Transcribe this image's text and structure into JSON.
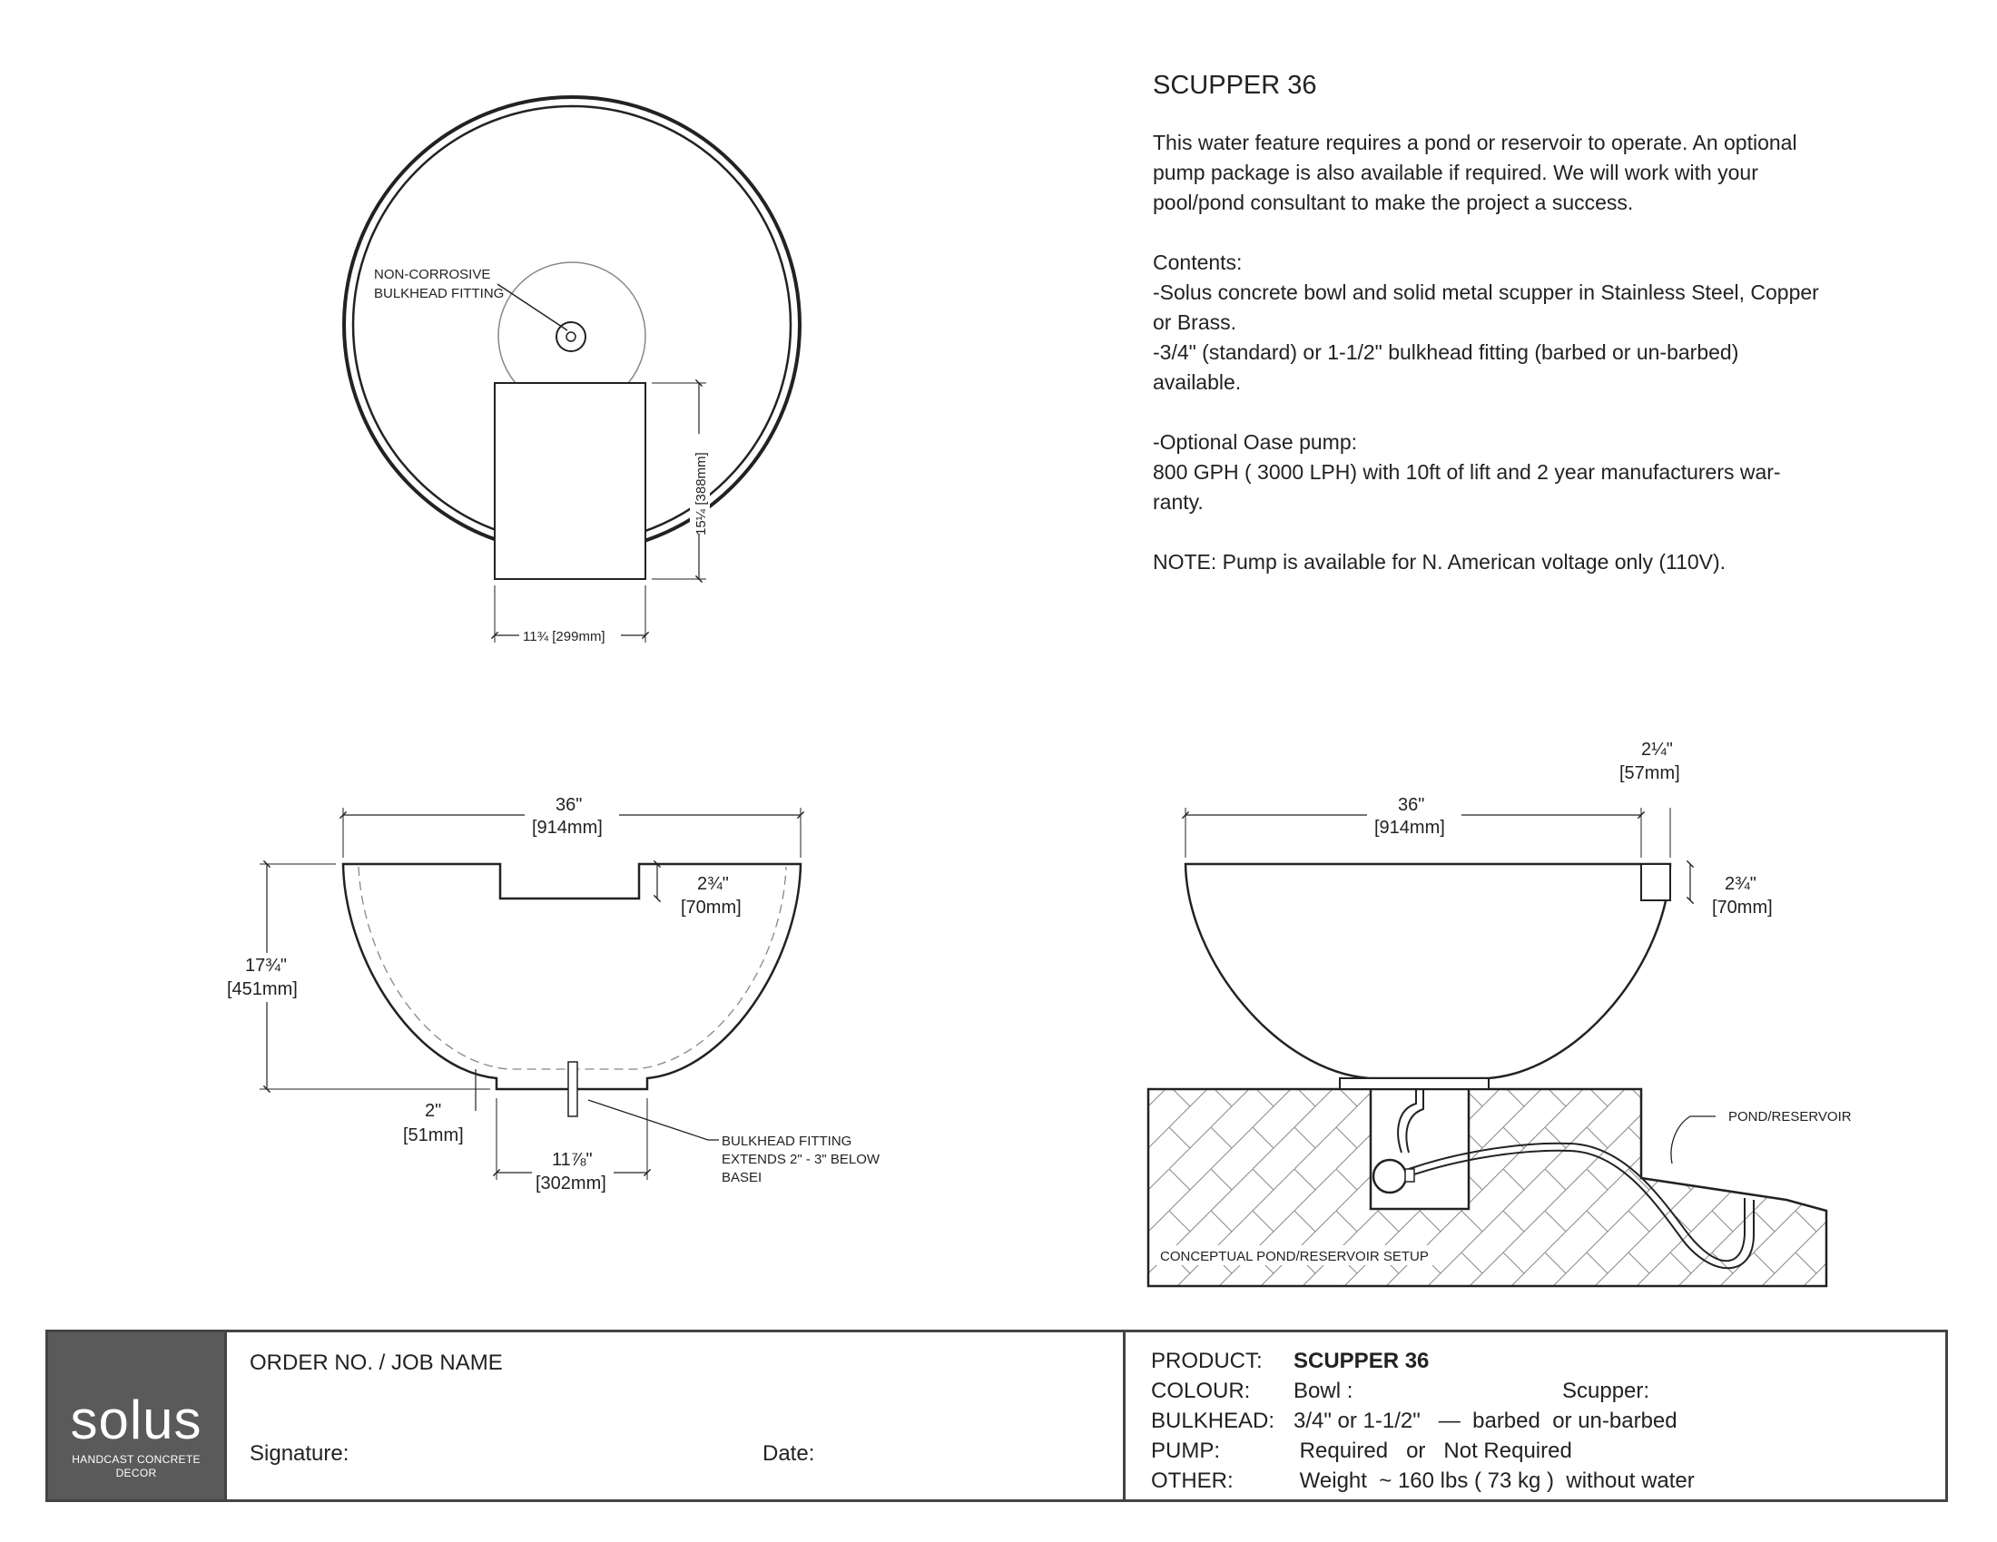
{
  "product_info": {
    "title": "SCUPPER 36",
    "description_lines": [
      "This water feature requires a pond or reservoir to operate. An optional",
      "pump package is also available if required. We will work with your",
      "pool/pond  consultant to make the project a success."
    ],
    "contents_heading": "Contents:",
    "contents_lines": [
      "-Solus concrete bowl and solid metal scupper in Stainless Steel, Copper",
      "or Brass.",
      "-3/4\" (standard) or 1-1/2\" bulkhead fitting (barbed or un-barbed)",
      "available."
    ],
    "pump_lines": [
      "-Optional Oase pump:",
      "800 GPH ( 3000 LPH) with 10ft of lift and 2 year manufacturers war-",
      "ranty."
    ],
    "note": "NOTE:  Pump is available for N. American voltage only (110V)."
  },
  "top_view": {
    "callout_line1": "NON-CORROSIVE",
    "callout_line2": "BULKHEAD FITTING",
    "height_dim": "15¼ [388mm]",
    "width_dim": "11¾ [299mm]"
  },
  "side_view": {
    "width_in": "36\"",
    "width_mm": "[914mm]",
    "notch_in": "2¾\"",
    "notch_mm": "[70mm]",
    "height_in": "17¾\"",
    "height_mm": "[451mm]",
    "base_in": "2\"",
    "base_mm": "[51mm]",
    "foot_in": "11⅞\"",
    "foot_mm": "[302mm]",
    "bulkhead_note": [
      "BULKHEAD FITTING",
      "EXTENDS  2\" - 3\" BELOW",
      "BASEI"
    ]
  },
  "pond_view": {
    "width_in": "36\"",
    "width_mm": "[914mm]",
    "scupper_w_in": "2¼\"",
    "scupper_w_mm": "[57mm]",
    "scupper_h_in": "2¾\"",
    "scupper_h_mm": "[70mm]",
    "pond_label": "POND/RESERVOIR",
    "setup_label": "CONCEPTUAL POND/RESERVOIR SETUP"
  },
  "title_block": {
    "logo_word": "solus",
    "logo_tag_line1": "HANDCAST CONCRETE",
    "logo_tag_line2": "DECOR",
    "order_label": "ORDER NO. / JOB NAME",
    "signature_label": "Signature:",
    "date_label": "Date:",
    "product_key": "PRODUCT:",
    "product_val": "SCUPPER 36",
    "colour_key": "COLOUR:",
    "colour_bowl": "Bowl :",
    "colour_scupper": "Scupper:",
    "bulkhead_key": "BULKHEAD:",
    "bulkhead_val": "3/4\" or 1-1/2\"   —  barbed  or un-barbed",
    "pump_key": "PUMP:",
    "pump_val": " Required   or   Not Required",
    "other_key": "OTHER:",
    "other_val": " Weight  ~ 160 lbs ( 73 kg )  without water"
  }
}
